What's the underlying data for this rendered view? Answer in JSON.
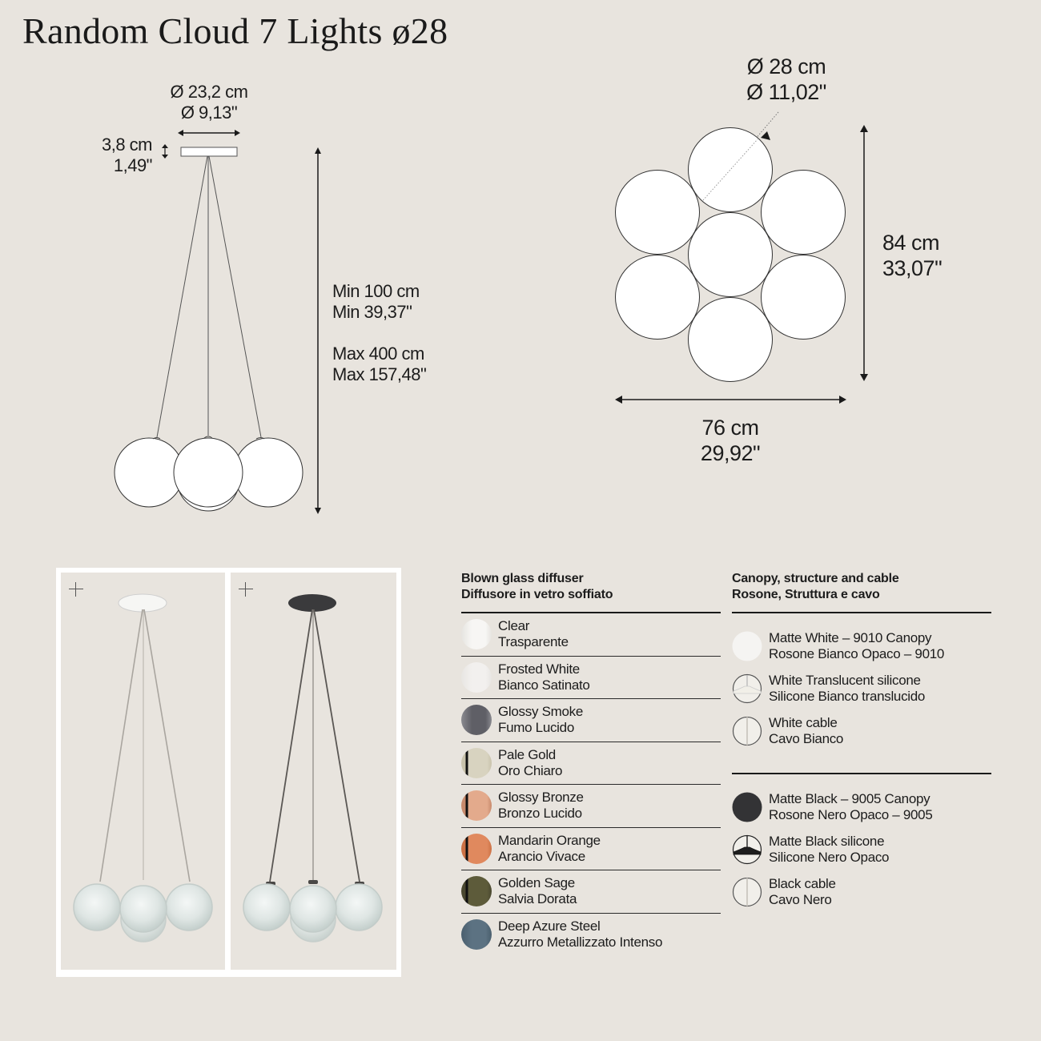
{
  "title": "Random Cloud 7 Lights ø28",
  "side_view": {
    "canopy_diameter": [
      "Ø 23,2 cm",
      "Ø 9,13\""
    ],
    "canopy_height": [
      "3,8 cm",
      "1,49\""
    ],
    "drop_min": [
      "Min 100 cm",
      "Min 39,37\""
    ],
    "drop_max": [
      "Max 400 cm",
      "Max 157,48\""
    ]
  },
  "top_view": {
    "globe_diameter": [
      "Ø 28 cm",
      "Ø 11,02\""
    ],
    "height": [
      "84 cm",
      "33,07\""
    ],
    "width": [
      "76 cm",
      "29,92\""
    ],
    "globe_count": 7
  },
  "photos": [
    {
      "name": "white-canopy-version",
      "canopy_color": "#f4f4f2",
      "cable_color": "#a9a59f",
      "expand_icon": "plus-icon"
    },
    {
      "name": "black-canopy-version",
      "canopy_color": "#3a3a3c",
      "cable_color": "#5a5754",
      "expand_icon": "plus-icon"
    }
  ],
  "diffuser": {
    "heading": [
      "Blown glass diffuser",
      "Diffusore in vetro soffiato"
    ],
    "items": [
      {
        "en": "Clear",
        "it": "Trasparente",
        "color": "#f7f6f4",
        "accent": "#e6e4e0",
        "stripe": false
      },
      {
        "en": "Frosted White",
        "it": "Bianco Satinato",
        "color": "#f2f0ee",
        "accent": "#e8e6e3",
        "stripe": false
      },
      {
        "en": "Glossy Smoke",
        "it": "Fumo Lucido",
        "color": "#5f5f66",
        "accent": "#8a8a90",
        "stripe": false
      },
      {
        "en": "Pale Gold",
        "it": "Oro Chiaro",
        "color": "#d8d3c0",
        "accent": "#c9c3ac",
        "stripe": true
      },
      {
        "en": "Glossy Bronze",
        "it": "Bronzo Lucido",
        "color": "#e3aa8c",
        "accent": "#c88a6c",
        "stripe": true
      },
      {
        "en": "Mandarin Orange",
        "it": "Arancio Vivace",
        "color": "#e0895e",
        "accent": "#cc7145",
        "stripe": true
      },
      {
        "en": "Golden Sage",
        "it": "Salvia Dorata",
        "color": "#5d5b3a",
        "accent": "#4a4830",
        "stripe": true
      },
      {
        "en": "Deep Azure Steel",
        "it": "Azzurro Metallizzato Intenso",
        "color": "#5c7282",
        "accent": "#4a5f6e",
        "stripe": false
      }
    ]
  },
  "canopy": {
    "heading": [
      "Canopy, structure and cable",
      "Rosone, Struttura e cavo"
    ],
    "white_group": [
      {
        "en": "Matte White – 9010 Canopy",
        "it": "Rosone Bianco Opaco – 9010",
        "type": "solid",
        "color": "#f5f4f2"
      },
      {
        "en": "White Translucent silicone",
        "it": "Silicone Bianco translucido",
        "type": "silicone",
        "color": "#f1efe8"
      },
      {
        "en": "White cable",
        "it": "Cavo Bianco",
        "type": "cable",
        "color": "#cfcbc4"
      }
    ],
    "black_group": [
      {
        "en": "Matte Black – 9005 Canopy",
        "it": "Rosone Nero Opaco – 9005",
        "type": "solid",
        "color": "#333335"
      },
      {
        "en": "Matte Black silicone",
        "it": "Silicone Nero Opaco",
        "type": "silicone",
        "color": "#1e1e1e"
      },
      {
        "en": "Black cable",
        "it": "Cavo Nero",
        "type": "cable",
        "color": "#cfcbc4"
      }
    ]
  },
  "colors": {
    "background": "#e8e4de",
    "ink": "#1c1c1c",
    "frame": "#ffffff"
  }
}
